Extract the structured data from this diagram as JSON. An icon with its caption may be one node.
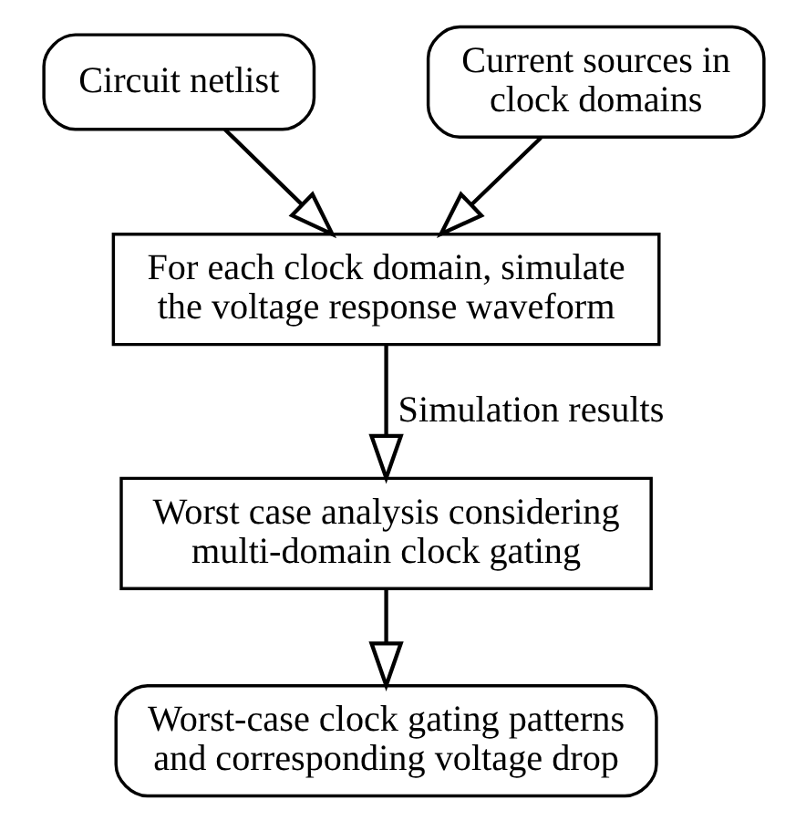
{
  "diagram": {
    "nodes": [
      {
        "text": [
          "Circuit netlist"
        ]
      },
      {
        "text": [
          "Current sources in clock domains"
        ]
      },
      {
        "text": [
          "For each clock domain, simulate the voltage response waveform"
        ]
      },
      {
        "text": [
          "Worst case analysis considering multi-domain clock gating"
        ]
      },
      {
        "text": [
          "Worst-case clock gating patterns and corresponding voltage drop"
        ]
      }
    ],
    "edges": [
      {
        "from": 0,
        "to": 2,
        "arrow": "to"
      },
      {
        "from": 1,
        "to": 2,
        "arrow": "to"
      },
      {
        "from": 2,
        "to": 3,
        "arrow": "to",
        "label": "Simulation results"
      },
      {
        "from": 3,
        "to": 4,
        "arrow": "to"
      }
    ]
  }
}
